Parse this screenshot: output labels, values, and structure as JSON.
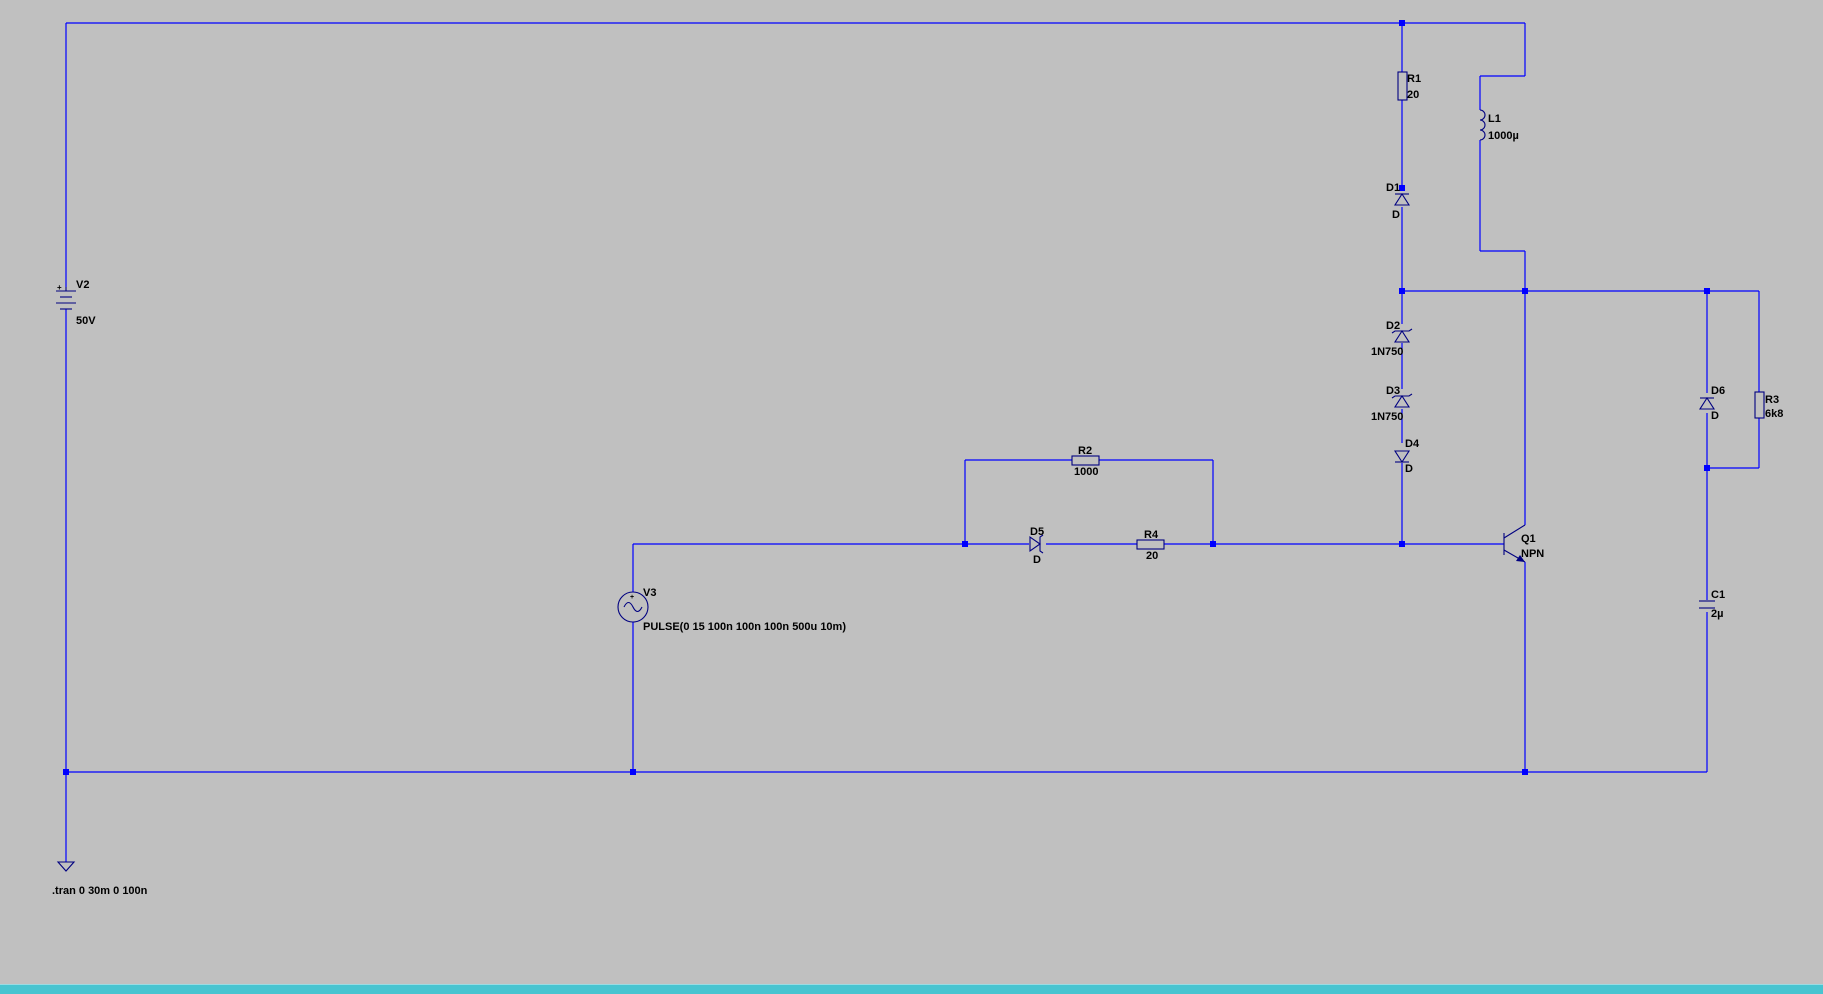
{
  "colors": {
    "background": "#c0c0c0",
    "wire": "#0000ff",
    "symbol": "#000080",
    "statusbar": "#48c4d0"
  },
  "components": {
    "V2": {
      "name": "V2",
      "value": "50V"
    },
    "V3": {
      "name": "V3",
      "value": "PULSE(0 15 100n 100n 100n 500u 10m)"
    },
    "R1": {
      "name": "R1",
      "value": "20"
    },
    "R2": {
      "name": "R2",
      "value": "1000"
    },
    "R3": {
      "name": "R3",
      "value": "6k8"
    },
    "R4": {
      "name": "R4",
      "value": "20"
    },
    "L1": {
      "name": "L1",
      "value": "1000µ"
    },
    "C1": {
      "name": "C1",
      "value": "2µ"
    },
    "D1": {
      "name": "D1",
      "value": "D"
    },
    "D2": {
      "name": "D2",
      "value": "1N750"
    },
    "D3": {
      "name": "D3",
      "value": "1N750"
    },
    "D4": {
      "name": "D4",
      "value": "D"
    },
    "D5": {
      "name": "D5",
      "value": "D"
    },
    "D6": {
      "name": "D6",
      "value": "D"
    },
    "Q1": {
      "name": "Q1",
      "value": "NPN"
    }
  },
  "directive": ".tran 0 30m 0 100n"
}
